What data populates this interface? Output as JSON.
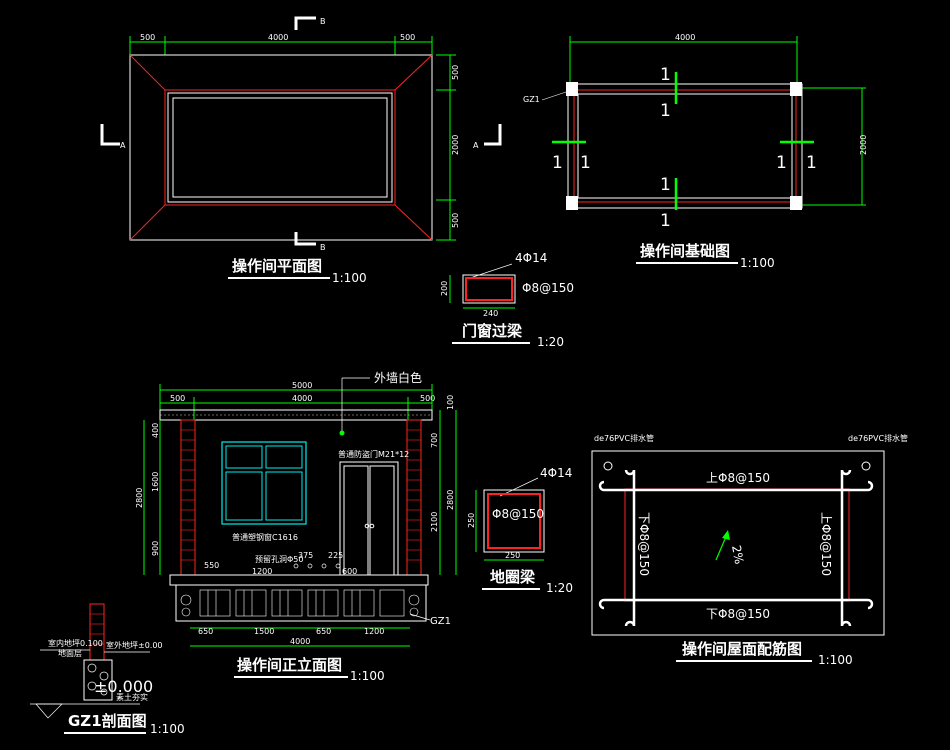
{
  "plan": {
    "title": "操作间平面图",
    "scale": "1:100",
    "dim_left": "500",
    "dim_mid": "4000",
    "dim_right": "500",
    "dim_top_v": "500",
    "dim_mid_v": "2000",
    "dim_bot_v": "500",
    "cut_b": "B",
    "cut_a": "A"
  },
  "foundation": {
    "title": "操作间基础图",
    "scale": "1:100",
    "dim_top": "4000",
    "dim_right": "2000",
    "label_gz": "GZ1",
    "sec": "1"
  },
  "lintel": {
    "title": "门窗过梁",
    "scale": "1:20",
    "top_bar": "4Φ14",
    "stirrup": "Φ8@150",
    "h": "200",
    "w": "240"
  },
  "elevation": {
    "title": "操作间正立面图",
    "scale": "1:100",
    "note_wall": "外墙白色",
    "dim_total": "5000",
    "dim_l": "500",
    "dim_m": "4000",
    "dim_r": "500",
    "dim_100": "100",
    "dim_700": "700",
    "dim_2800": "2800",
    "dim_2100": "2100",
    "dim_400": "400",
    "dim_1600": "1600",
    "dim_900": "900",
    "dim_2800b": "2800",
    "window_label": "普通塑钢窗C1616",
    "door_label": "普通防盗门M21*12",
    "note_small": "预留孔洞Φ50",
    "d550": "550",
    "d1200": "1200",
    "d375": "375",
    "d225": "225",
    "d600": "600",
    "b650": "650",
    "b1500": "1500",
    "b650b": "650",
    "b1200": "1200",
    "b4000": "4000",
    "gz": "GZ1"
  },
  "ringbeam": {
    "title": "地圈梁",
    "scale": "1:20",
    "top_bar": "4Φ14",
    "stirrup": "Φ8@150",
    "h": "250",
    "w": "250"
  },
  "roof": {
    "title": "操作间屋面配筋图",
    "scale": "1:100",
    "drain_l": "de76PVC排水管",
    "drain_r": "de76PVC排水管",
    "top_bar": "上Φ8@150",
    "bot_bar": "下Φ8@150",
    "left_bar": "下Φ8@150",
    "right_bar": "上Φ8@150",
    "slope": "2%"
  },
  "gz_section": {
    "title": "GZ1剖面图",
    "scale": "1:100",
    "n1": "室内地坪0.100",
    "n2": "室外地坪±0.00",
    "n3": "地面层",
    "n4": "素土夯实",
    "n5": "±0.000"
  },
  "colors": {
    "line": "#ffffff",
    "red": "#ff2020",
    "green": "#00ff00",
    "cyan": "#00e5e5",
    "yellow": "#ffff00"
  }
}
